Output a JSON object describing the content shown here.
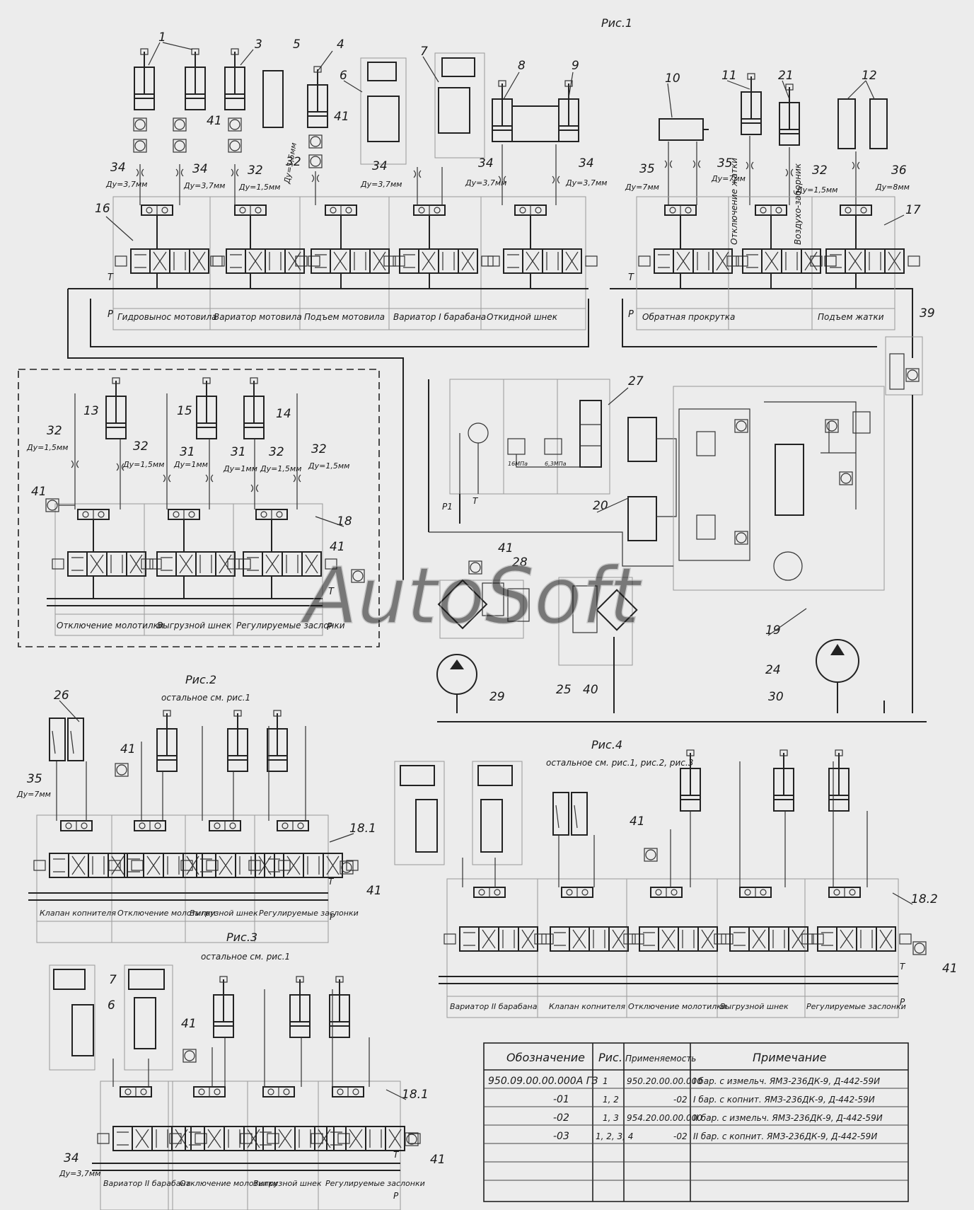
{
  "figures": {
    "fig1": "Рис.1",
    "fig2": "Рис.2",
    "fig2_note": "остальное см. рис.1",
    "fig3": "Рис.3",
    "fig3_note": "остальное см. рис.1",
    "fig4": "Рис.4",
    "fig4_note": "остальное см. рис.1, рис.2, рис.3"
  },
  "ports": {
    "T": "T",
    "P": "P",
    "P1": "P1"
  },
  "fig1_sections_16": [
    "Гидровынос мотовила",
    "Вариатор мотовила",
    "Подъем мотовила",
    "Вариатор I барабана",
    "Откидной шнек"
  ],
  "fig1_sections_17": [
    "Обратная прокрутка",
    "Подъем жатки"
  ],
  "fig1_vertical_17": [
    "Отключение жатки",
    "Воздухо-заборник"
  ],
  "fig1_sections_18": [
    "Отключение молотилки",
    "Выгрузной шнек",
    "Регулируемые заслонки"
  ],
  "fig2_sections": [
    "Клапан копнителя",
    "Отключение молотилки",
    "Выгрузной шнек",
    "Регулируемые заслонки"
  ],
  "fig3_sections": [
    "Вариатор II барабана",
    "Отключение молотилки",
    "Выгрузной шнек",
    "Регулируемые заслонки"
  ],
  "fig4_sections": [
    "Вариатор II барабана",
    "Клапан копнителя",
    "Отключение молотилки",
    "Выгрузной шнек",
    "Регулируемые заслонки"
  ],
  "positions": [
    "1",
    "3",
    "5",
    "4",
    "6",
    "7",
    "8",
    "9",
    "10",
    "11",
    "21",
    "12",
    "41",
    "16",
    "17",
    "39",
    "27",
    "13",
    "15",
    "14",
    "18",
    "20",
    "28",
    "19",
    "25",
    "40",
    "29",
    "24",
    "30",
    "26",
    "18.1",
    "18.2",
    "34",
    "35",
    "36",
    "32",
    "31"
  ],
  "throttles": {
    "du37": "Ду=3,7мм",
    "du15": "Ду=1,5мм",
    "du7": "Ду=7мм",
    "du8": "Ду=8мм",
    "du1": "Ду=1мм",
    "p16": "16МПа",
    "p63": "6,3МПа"
  },
  "table": {
    "headers": [
      "Обозначение",
      "Рис.",
      "Применяемость",
      "Примечание"
    ],
    "rows": [
      [
        "950.09.00.00.000А ГЗ",
        "1",
        "950.20.00.00.000",
        "I бар. с измельч. ЯМЗ-236ДК-9, Д-442-59И"
      ],
      [
        "-01",
        "1, 2",
        "-02",
        "I бар. с копнит. ЯМЗ-236ДК-9, Д-442-59И"
      ],
      [
        "-02",
        "1, 3",
        "954.20.00.00.000",
        "II бар. с измельч. ЯМЗ-236ДК-9, Д-442-59И"
      ],
      [
        "-03",
        "1, 2, 3, 4",
        "-02",
        "II бар. с копнит. ЯМЗ-236ДК-9, Д-442-59И"
      ]
    ]
  },
  "watermark": "AutoSoft"
}
